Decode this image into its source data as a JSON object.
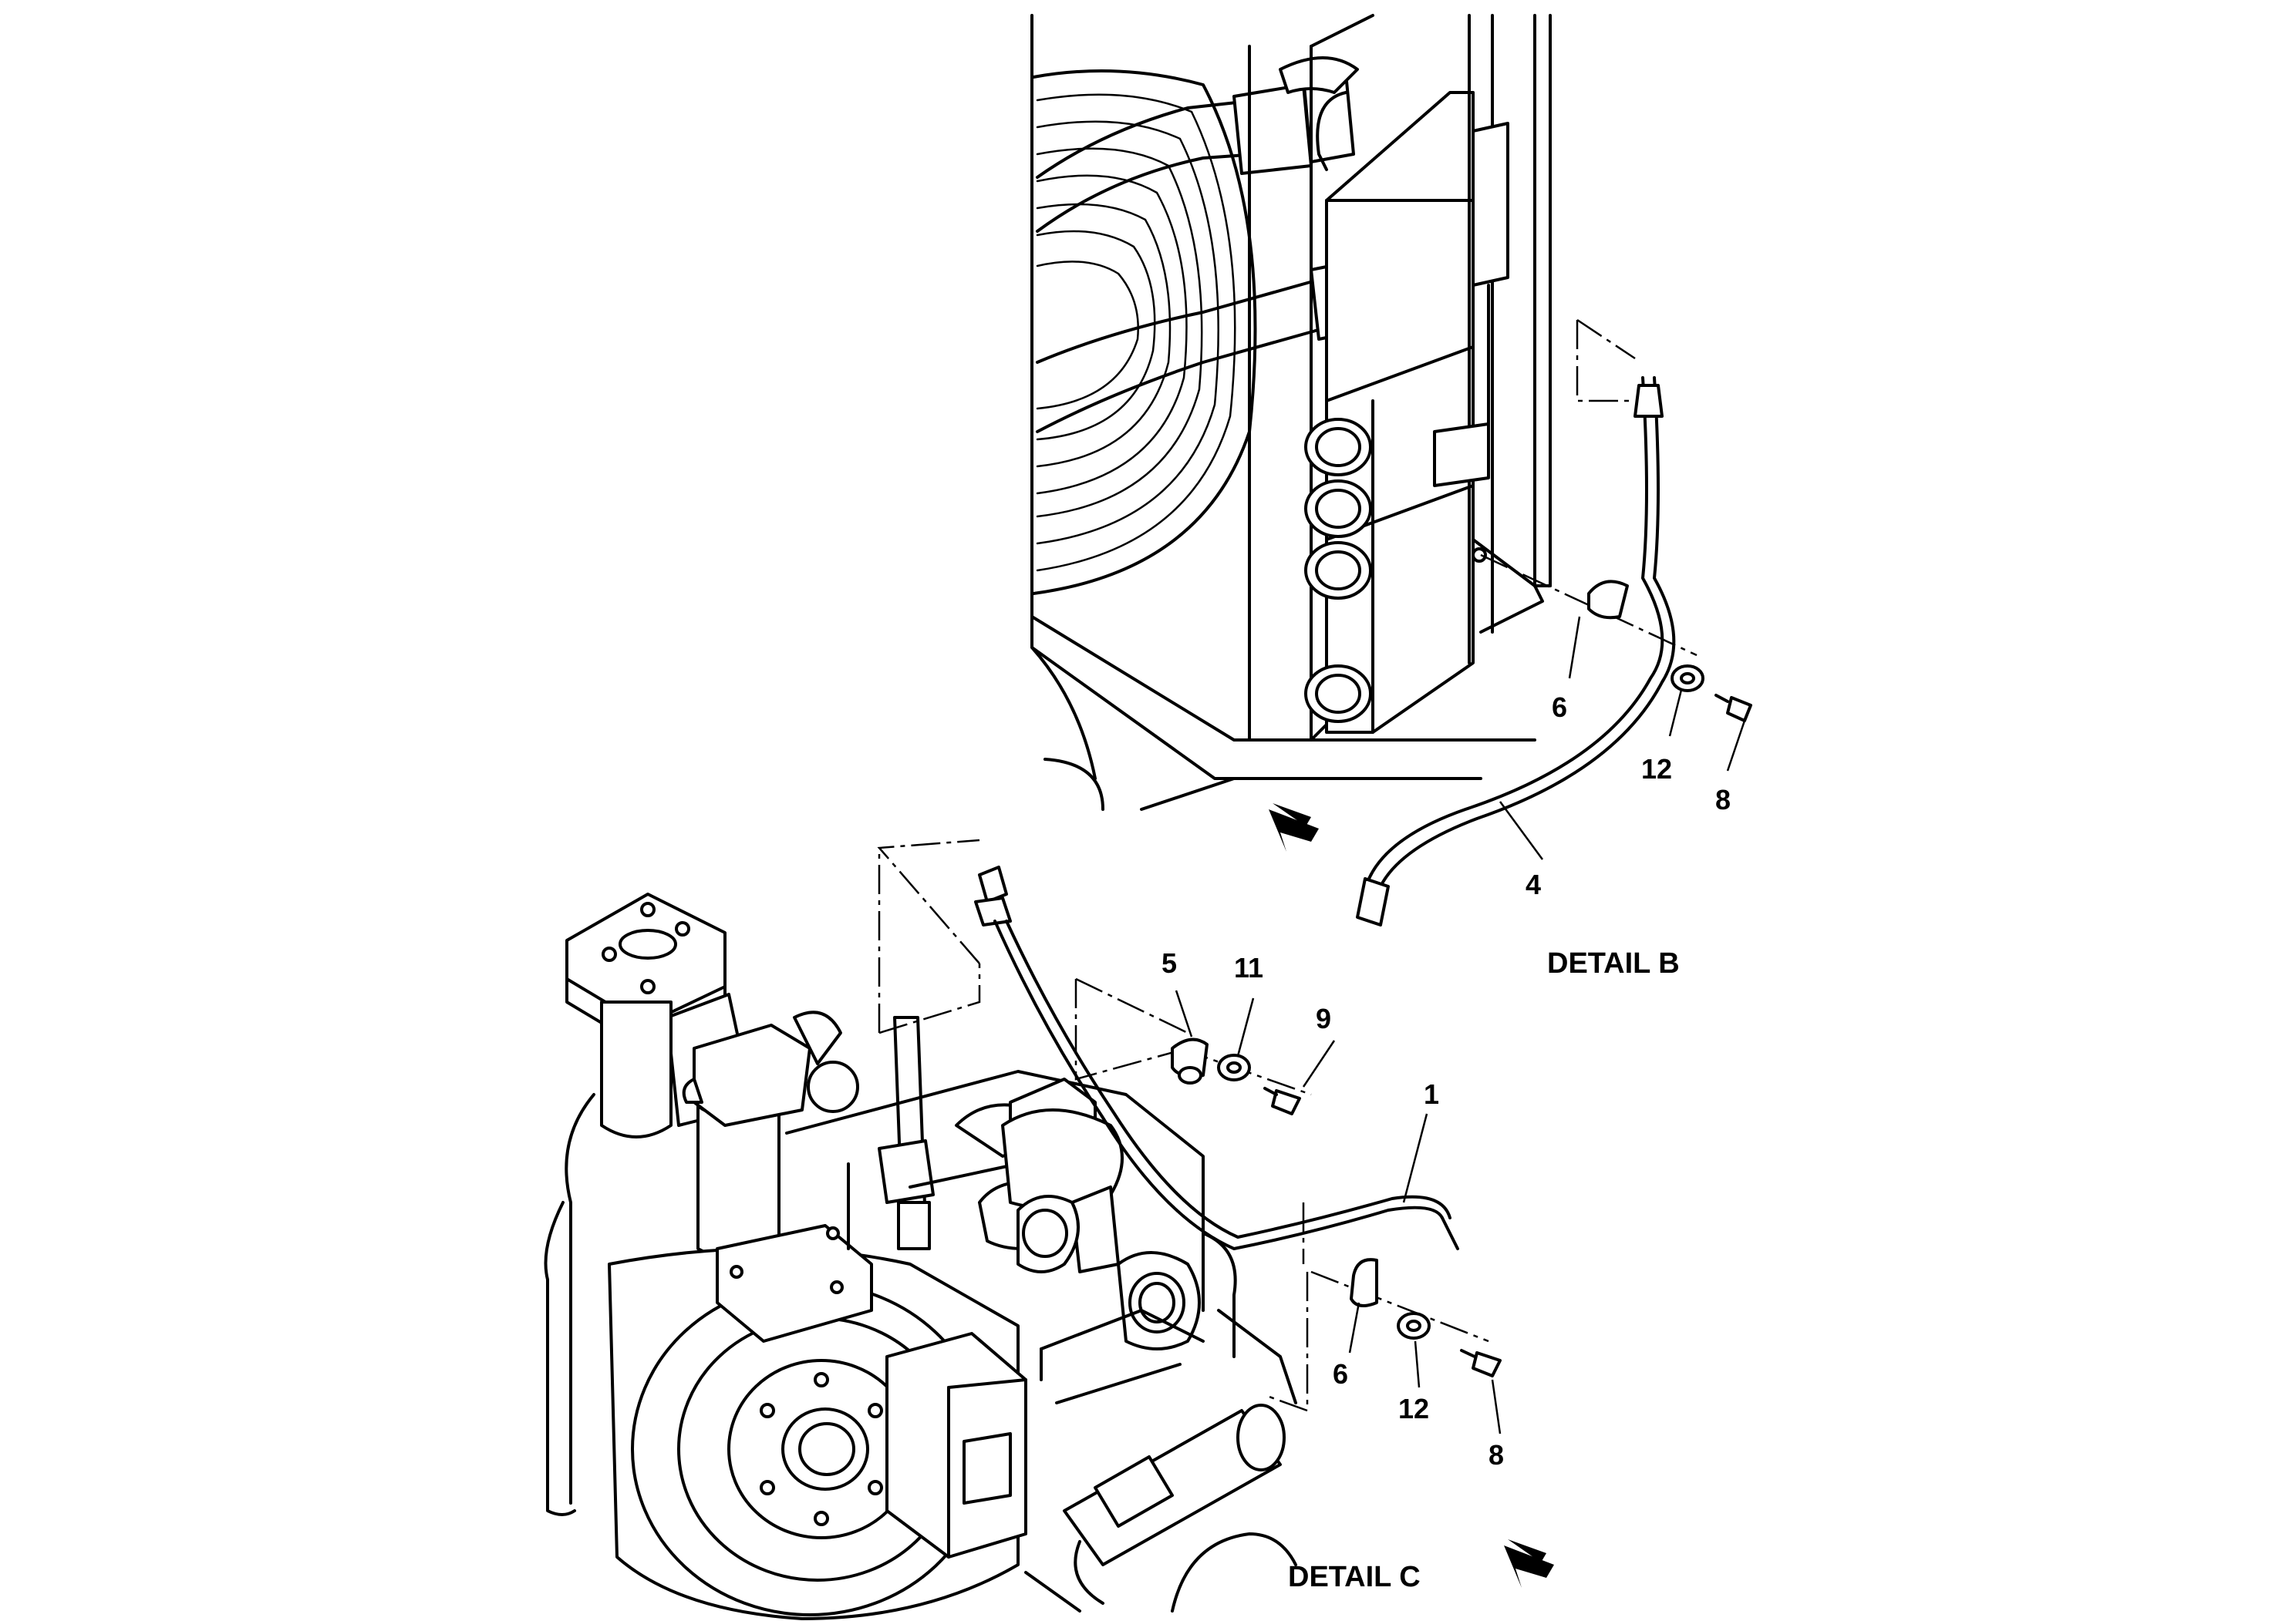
{
  "labels": {
    "detail_b": "DETAIL B",
    "detail_c": "DETAIL C"
  },
  "callouts": {
    "b_6": "6",
    "b_12": "12",
    "b_8": "8",
    "b_4": "4",
    "c_5": "5",
    "c_11": "11",
    "c_9": "9",
    "c_1": "1",
    "c_6": "6",
    "c_12": "12",
    "c_8": "8"
  },
  "colors": {
    "ink": "#000000",
    "paper": "#ffffff"
  },
  "icons": {
    "view_arrow": "view-direction-arrow-icon"
  }
}
